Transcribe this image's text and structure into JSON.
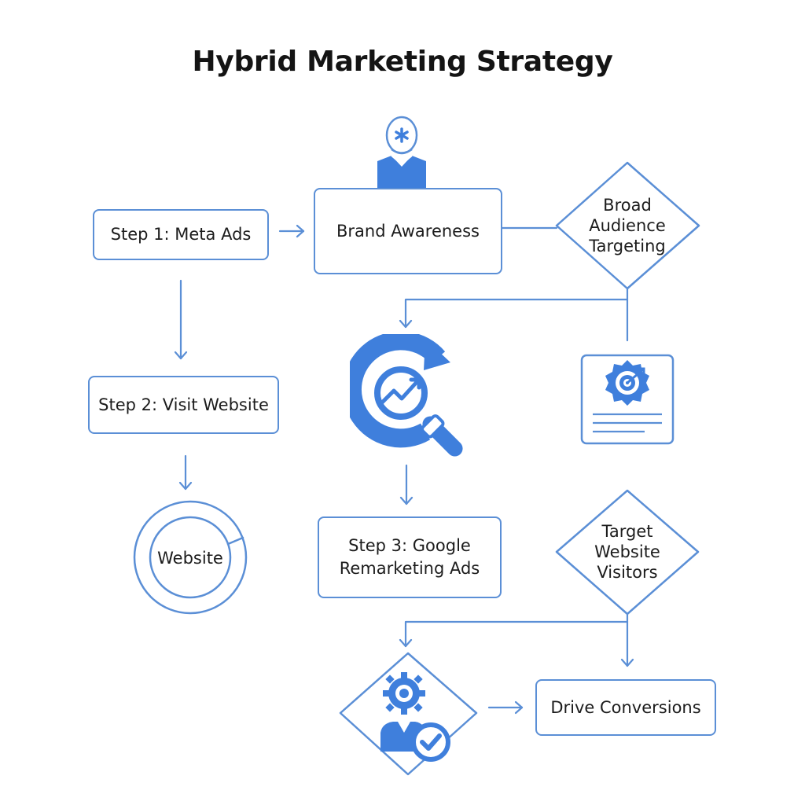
{
  "title": "Hybrid Marketing Strategy",
  "nodes": {
    "step1": "Step 1: Meta Ads",
    "brand": "Brand Awareness",
    "broad": "Broad Audience Targeting",
    "step2": "Step 2: Visit Website",
    "website": "Website",
    "step3_line1": "Step 3: Google",
    "step3_line2": "Remarketing Ads",
    "target": "Target Website Visitors",
    "drive": "Drive Conversions"
  },
  "colors": {
    "stroke": "#5b8fd6",
    "fill": "#3f7fdc",
    "text": "#1c1c1c"
  },
  "icons": [
    "user-asterisk-icon",
    "search-growth-icon",
    "target-badge-icon",
    "user-gear-check-icon"
  ]
}
